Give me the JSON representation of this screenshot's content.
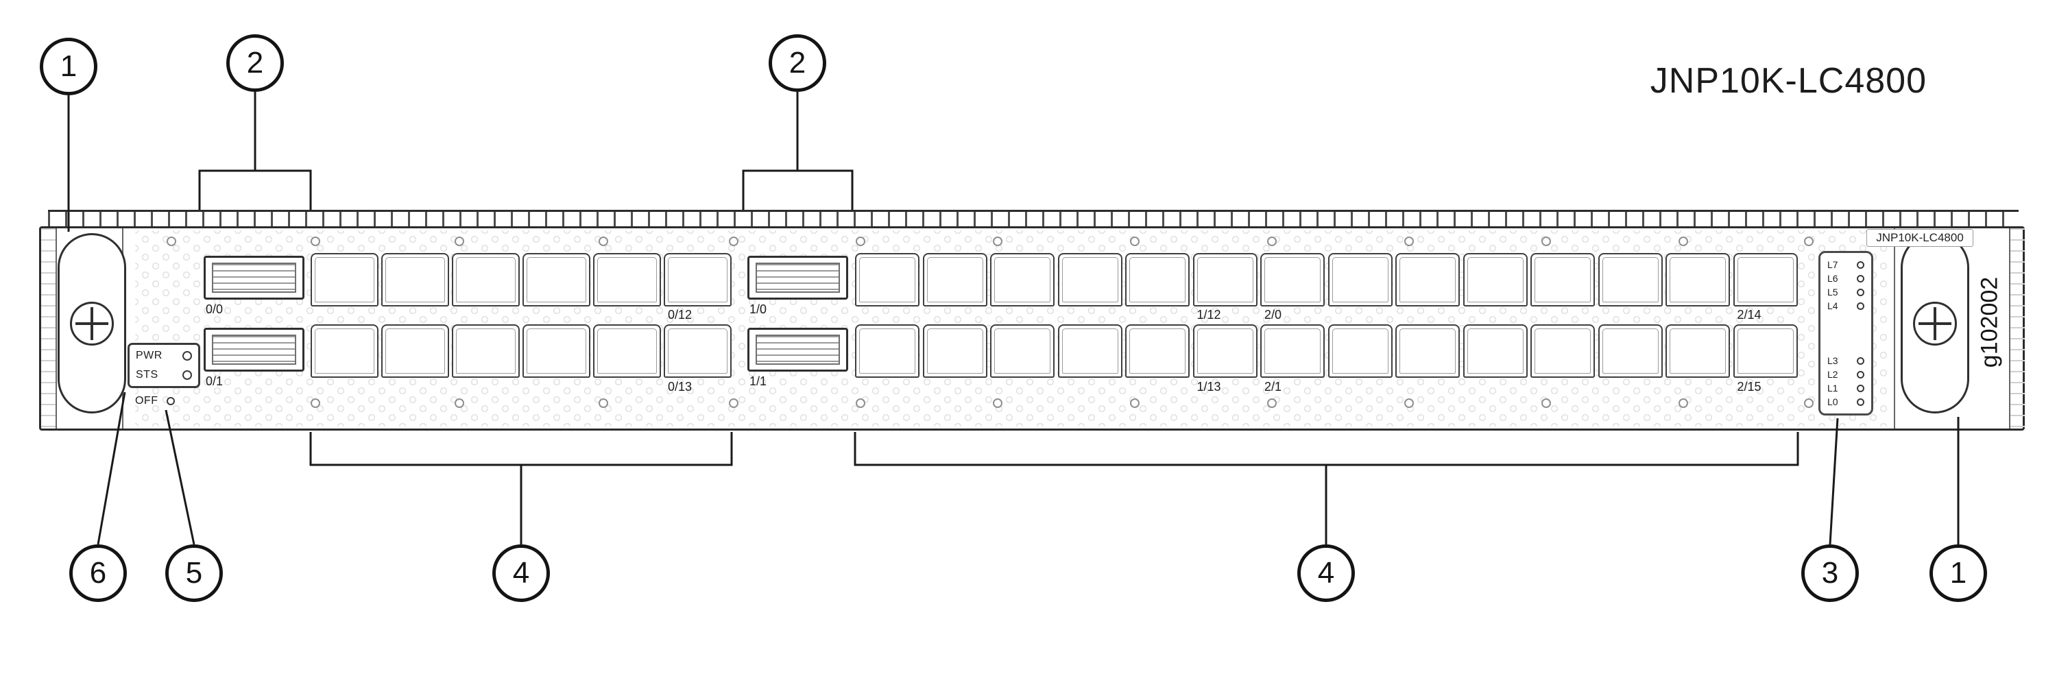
{
  "title": "JNP10K-LC4800",
  "figure_code": "g102002",
  "faceplate_badge": "JNP10K-LC4800",
  "callouts": {
    "top": [
      "1",
      "2",
      "2"
    ],
    "bottom": [
      "6",
      "5",
      "4",
      "4",
      "3",
      "1"
    ]
  },
  "status_panel": {
    "leds": [
      "PWR",
      "STS"
    ],
    "offline_button": "OFF"
  },
  "qsfp_ports": [
    {
      "labels": [
        "0/0",
        "0/1"
      ]
    },
    {
      "labels": [
        "1/0",
        "1/1"
      ]
    }
  ],
  "sfp_banks": [
    {
      "cages_per_row": 6,
      "top_labels": [
        {
          "cage": 5,
          "text": "0/12"
        }
      ],
      "bottom_labels": [
        {
          "cage": 5,
          "text": "0/13"
        }
      ]
    },
    {
      "cages_per_row": 14,
      "top_labels": [
        {
          "cage": 5,
          "text": "1/12"
        },
        {
          "cage": 6,
          "text": "2/0"
        },
        {
          "cage": 13,
          "text": "2/14"
        }
      ],
      "bottom_labels": [
        {
          "cage": 5,
          "text": "1/13"
        },
        {
          "cage": 6,
          "text": "2/1"
        },
        {
          "cage": 13,
          "text": "2/15"
        }
      ]
    }
  ],
  "link_leds": {
    "top_group": [
      "L7",
      "L6",
      "L5",
      "L4"
    ],
    "bottom_group": [
      "L3",
      "L2",
      "L1",
      "L0"
    ]
  },
  "colors": {
    "ink": "#1a1a1a",
    "panel_line": "#2b2b2b"
  }
}
